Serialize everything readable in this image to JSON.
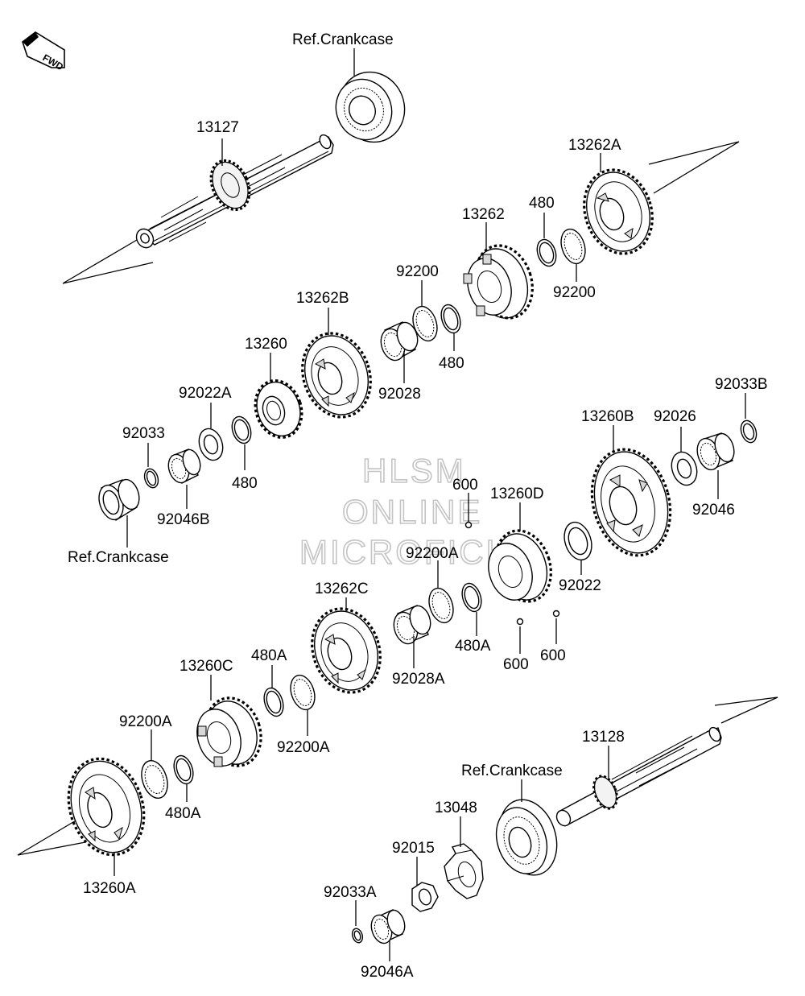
{
  "diagram": {
    "fwd_badge": "FWD",
    "watermark": [
      "HLSM",
      "ONLINE",
      "MICROFICHE"
    ],
    "labels": {
      "ref_crankcase_top": "Ref.Crankcase",
      "p13127": "13127",
      "p13262A": "13262A",
      "p13262": "13262",
      "p480_a": "480",
      "p92200_a": "92200",
      "p92200_b": "92200",
      "p13262B": "13262B",
      "p480_b": "480",
      "p13260": "13260",
      "p92028": "92028",
      "p92022A": "92022A",
      "p480_c": "480",
      "p92033": "92033",
      "p92046B": "92046B",
      "ref_crankcase_left": "Ref.Crankcase",
      "p13260B": "13260B",
      "p92026": "92026",
      "p92033B": "92033B",
      "p92046": "92046",
      "p600_a": "600",
      "p13260D": "13260D",
      "p92200A_a": "92200A",
      "p92022": "92022",
      "p13262C": "13262C",
      "p480A_a": "480A",
      "p600_b": "600",
      "p600_c": "600",
      "p92028A": "92028A",
      "p13260C": "13260C",
      "p480A_b": "480A",
      "p92200A_b": "92200A",
      "p92200A_c": "92200A",
      "p480A_c": "480A",
      "p13260A": "13260A",
      "p13128": "13128",
      "ref_crankcase_bottom": "Ref.Crankcase",
      "p13048": "13048",
      "p92015": "92015",
      "p92033A": "92033A",
      "p92046A": "92046A"
    }
  }
}
